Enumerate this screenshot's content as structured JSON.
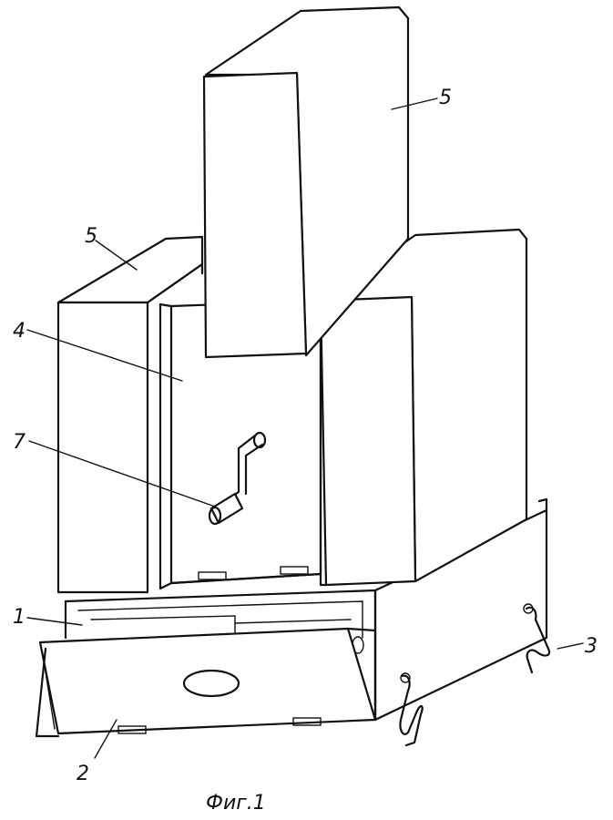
{
  "labels": {
    "box_a": "1",
    "lid": "2",
    "leg": "3",
    "back": "4",
    "block_left": "5",
    "block_top": "5",
    "handle": "7"
  },
  "caption": "Фиг.1"
}
